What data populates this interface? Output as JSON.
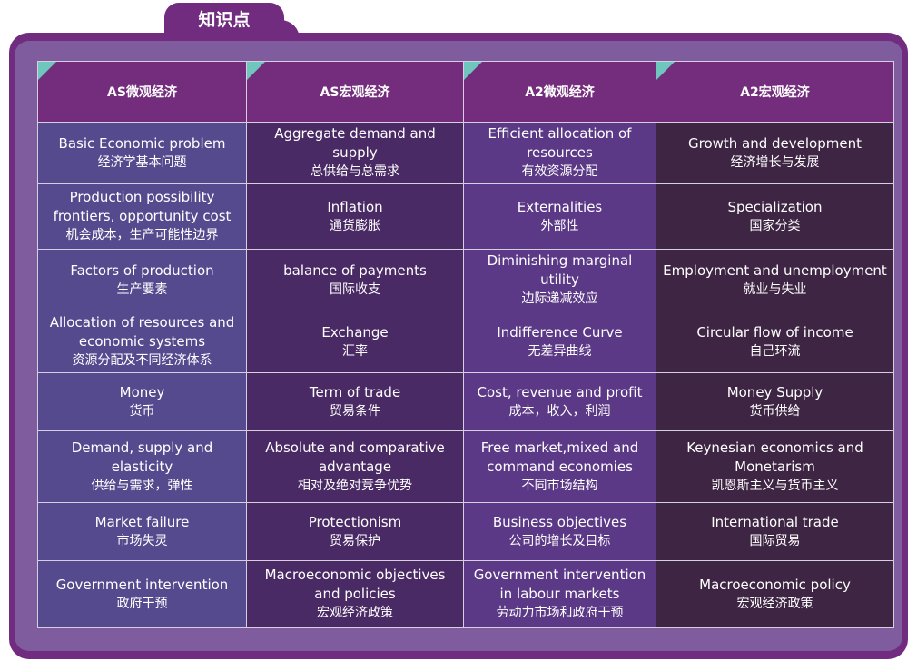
{
  "tab": {
    "title": "知识点"
  },
  "colors": {
    "panel": "#712c80",
    "header": "#742c7c",
    "corner": "#6fc6bd"
  },
  "table": {
    "headers": [
      "AS微观经济",
      "AS宏观经济",
      "A2微观经济",
      "A2宏观经济"
    ],
    "rows": [
      [
        {
          "en": "Basic Economic problem",
          "zh": "经济学基本问题"
        },
        {
          "en": "Aggregate demand and supply",
          "zh": "总供给与总需求"
        },
        {
          "en": "Efficient allocation of resources",
          "zh": "有效资源分配"
        },
        {
          "en": "Growth and development",
          "zh": "经济增长与发展"
        }
      ],
      [
        {
          "en": "Production possibility frontiers, opportunity cost",
          "zh": "机会成本，生产可能性边界"
        },
        {
          "en": "Inflation",
          "zh": "通货膨胀"
        },
        {
          "en": "Externalities",
          "zh": "外部性"
        },
        {
          "en": "Specialization",
          "zh": "国家分类"
        }
      ],
      [
        {
          "en": "Factors of production",
          "zh": "生产要素"
        },
        {
          "en": "balance of payments",
          "zh": "国际收支"
        },
        {
          "en": "Diminishing marginal utility",
          "zh": "边际递减效应"
        },
        {
          "en": "Employment and unemployment",
          "zh": "就业与失业"
        }
      ],
      [
        {
          "en": "Allocation of resources and economic systems",
          "zh": "资源分配及不同经济体系"
        },
        {
          "en": "Exchange",
          "zh": "汇率"
        },
        {
          "en": "Indifference Curve",
          "zh": "无差异曲线"
        },
        {
          "en": "Circular flow of income",
          "zh": "自己环流"
        }
      ],
      [
        {
          "en": "Money",
          "zh": "货币"
        },
        {
          "en": "Term of trade",
          "zh": "贸易条件"
        },
        {
          "en": "Cost, revenue and profit",
          "zh": "成本，收入，利润"
        },
        {
          "en": "Money Supply",
          "zh": "货币供给"
        }
      ],
      [
        {
          "en": "Demand, supply and elasticity",
          "zh": "供给与需求，弹性"
        },
        {
          "en": "Absolute and comparative advantage",
          "zh": "相对及绝对竞争优势"
        },
        {
          "en": "Free market,mixed and command economies",
          "zh": "不同市场结构"
        },
        {
          "en": "Keynesian economics and Monetarism",
          "zh": "凯恩斯主义与货币主义"
        }
      ],
      [
        {
          "en": "Market failure",
          "zh": "市场失灵"
        },
        {
          "en": "Protectionism",
          "zh": "贸易保护"
        },
        {
          "en": "Business objectives",
          "zh": "公司的增长及目标"
        },
        {
          "en": "International trade",
          "zh": "国际贸易"
        }
      ],
      [
        {
          "en": "Government intervention",
          "zh": "政府干预"
        },
        {
          "en": "Macroeconomic objectives and policies",
          "zh": "宏观经济政策"
        },
        {
          "en": "Government intervention in labour markets",
          "zh": "劳动力市场和政府干预"
        },
        {
          "en": "Macroeconomic policy",
          "zh": "宏观经济政策"
        }
      ]
    ]
  }
}
